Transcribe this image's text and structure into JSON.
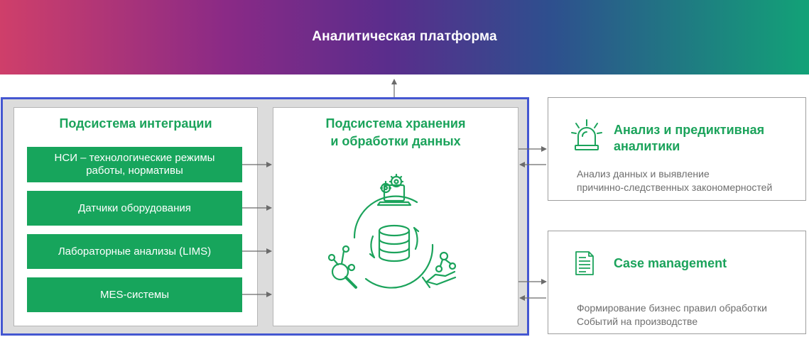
{
  "platform": {
    "title": "Аналитическая платформа"
  },
  "integration": {
    "title": "Подсистема интеграции",
    "sources": [
      {
        "line1": "НСИ – технологические  режимы",
        "line2": "работы, нормативы"
      },
      {
        "line1": "Датчики оборудования",
        "line2": ""
      },
      {
        "line1": "Лабораторные анализы (LIMS)",
        "line2": ""
      },
      {
        "line1": "MES-системы",
        "line2": ""
      }
    ]
  },
  "storage": {
    "title_line1": "Подсистема хранения",
    "title_line2": "и обработки данных"
  },
  "analysis": {
    "title_line1": "Анализ и предиктивная",
    "title_line2": "аналитики",
    "desc_line1": "Анализ данных и выявление",
    "desc_line2": "причинно-следственных  закономерностей",
    "icon": "siren-icon"
  },
  "case": {
    "title": "Case management",
    "desc_line1": "Формирование бизнес правил обработки",
    "desc_line2": "Событий на производстве",
    "icon": "document-icon"
  },
  "colors": {
    "accent_green": "#17a55c",
    "platform_border": "#4457d1",
    "banner_gradient": [
      "#cf3f6a",
      "#8a2a86",
      "#5a2d8c",
      "#2e4f8e",
      "#12a277"
    ]
  }
}
